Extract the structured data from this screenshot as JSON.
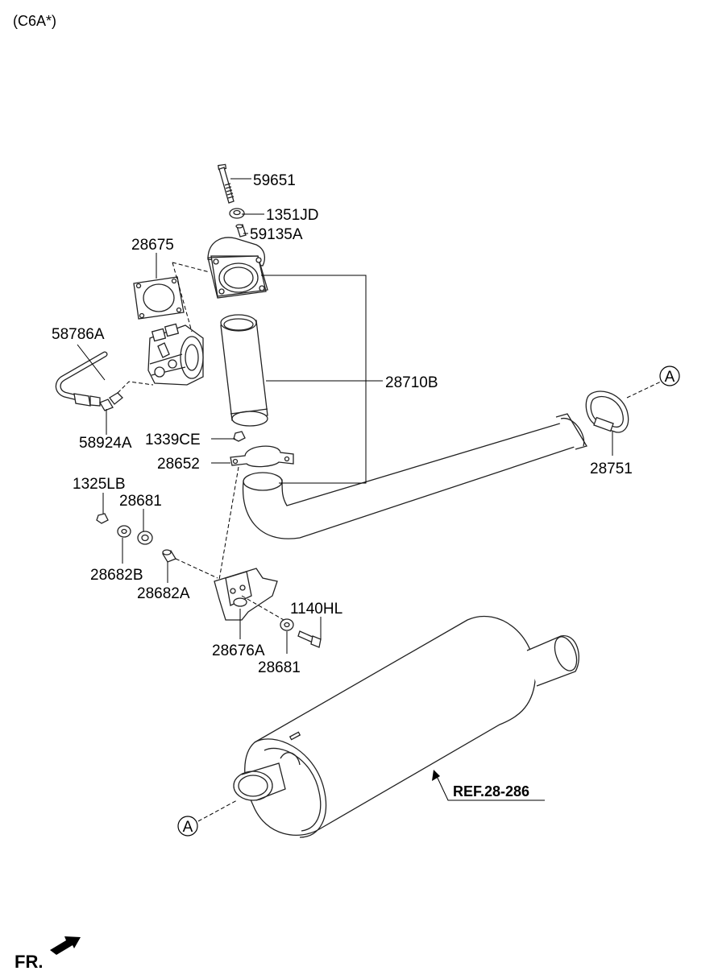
{
  "header": {
    "model_code": "(C6A*)"
  },
  "parts": [
    {
      "number": "59651"
    },
    {
      "number": "1351JD"
    },
    {
      "number": "59135A"
    },
    {
      "number": "28675"
    },
    {
      "number": "58786A"
    },
    {
      "number": "28710B"
    },
    {
      "number": "58924A"
    },
    {
      "number": "1339CE"
    },
    {
      "number": "28652"
    },
    {
      "number": "28751"
    },
    {
      "number": "1325LB"
    },
    {
      "number": "28681"
    },
    {
      "number": "28682B"
    },
    {
      "number": "28682A"
    },
    {
      "number": "1140HL"
    },
    {
      "number": "28676A"
    },
    {
      "number": "28681"
    }
  ],
  "connectors": [
    {
      "letter": "A"
    },
    {
      "letter": "A"
    }
  ],
  "reference": {
    "label": "REF.28-286"
  },
  "orientation": {
    "label": "FR."
  }
}
